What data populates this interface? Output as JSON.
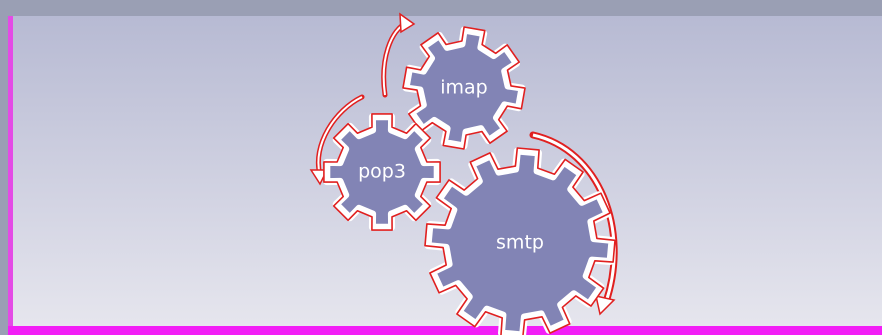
{
  "diagram": {
    "gears": [
      {
        "id": "imap",
        "label": "imap"
      },
      {
        "id": "pop3",
        "label": "pop3"
      },
      {
        "id": "smtp",
        "label": "smtp"
      }
    ],
    "colors": {
      "gear_fill": "#8284b5",
      "gear_outline": "#e02020",
      "arrow": "#e02020",
      "panel_border": "#e44be6",
      "bottom_bar": "#f21ef6",
      "label": "#ffffff"
    }
  }
}
